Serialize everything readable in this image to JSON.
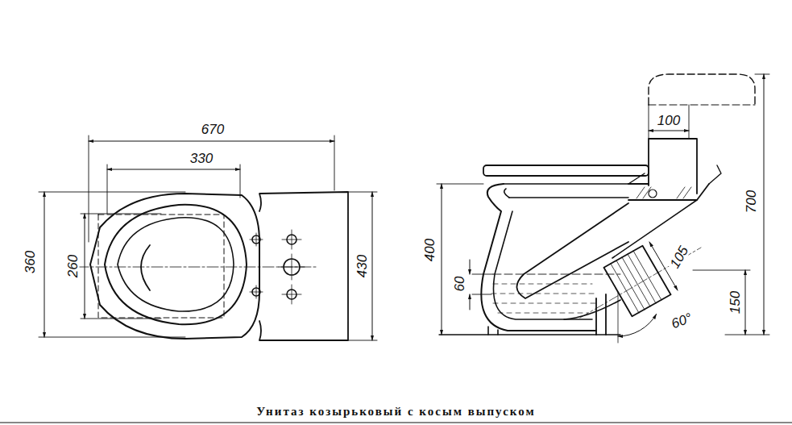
{
  "diagram": {
    "caption": "Унитаз козырьковый с косым выпуском",
    "labels": [
      "670",
      "330",
      "360",
      "260",
      "430",
      "100",
      "700",
      "400",
      "60",
      "105",
      "150",
      "60°"
    ]
  }
}
